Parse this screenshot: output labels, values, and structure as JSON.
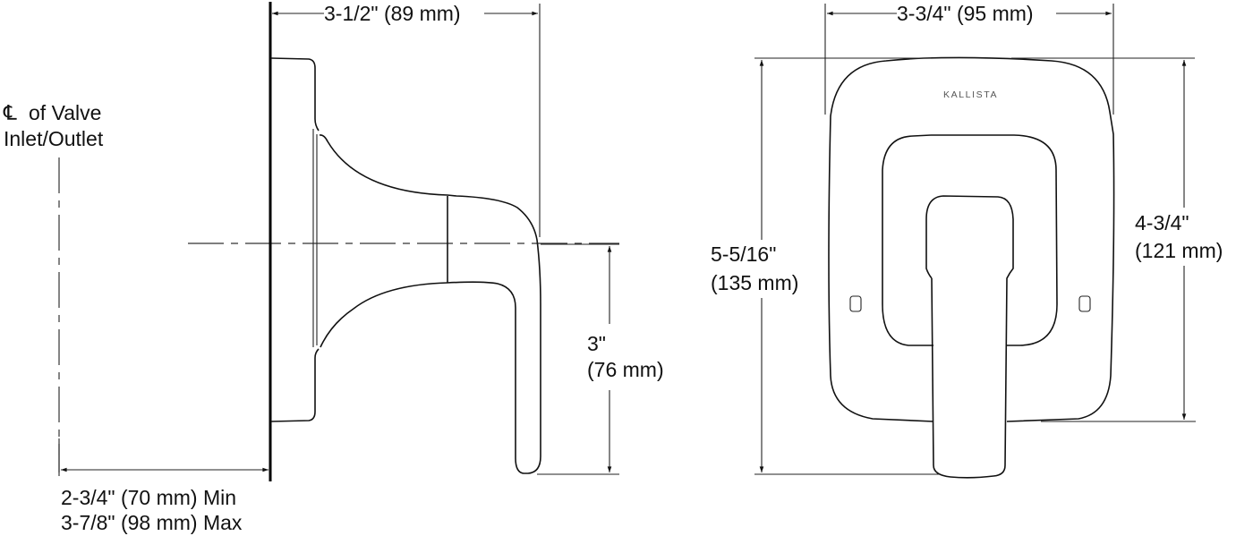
{
  "drawing": {
    "subject": "valve trim side and front elevation",
    "line_color": "#111111",
    "background": "#ffffff"
  },
  "side_view": {
    "centerline_label": {
      "symbol": "℄",
      "line1": "of Valve",
      "line2": "Inlet/Outlet"
    },
    "dim_depth": "3-1/2\" (89 mm)",
    "dim_drop_line1": "3\"",
    "dim_drop_line2": "(76 mm)",
    "dim_wall_min": "2-3/4\" (70 mm) Min",
    "dim_wall_max": "3-7/8\" (98 mm) Max"
  },
  "front_view": {
    "brand": "KALLISTA",
    "dim_width": "3-3/4\" (95 mm)",
    "dim_overall_height_line1": "5-5/16\"",
    "dim_overall_height_line2": "(135 mm)",
    "dim_plate_height_line1": "4-3/4\"",
    "dim_plate_height_line2": "(121 mm)"
  }
}
